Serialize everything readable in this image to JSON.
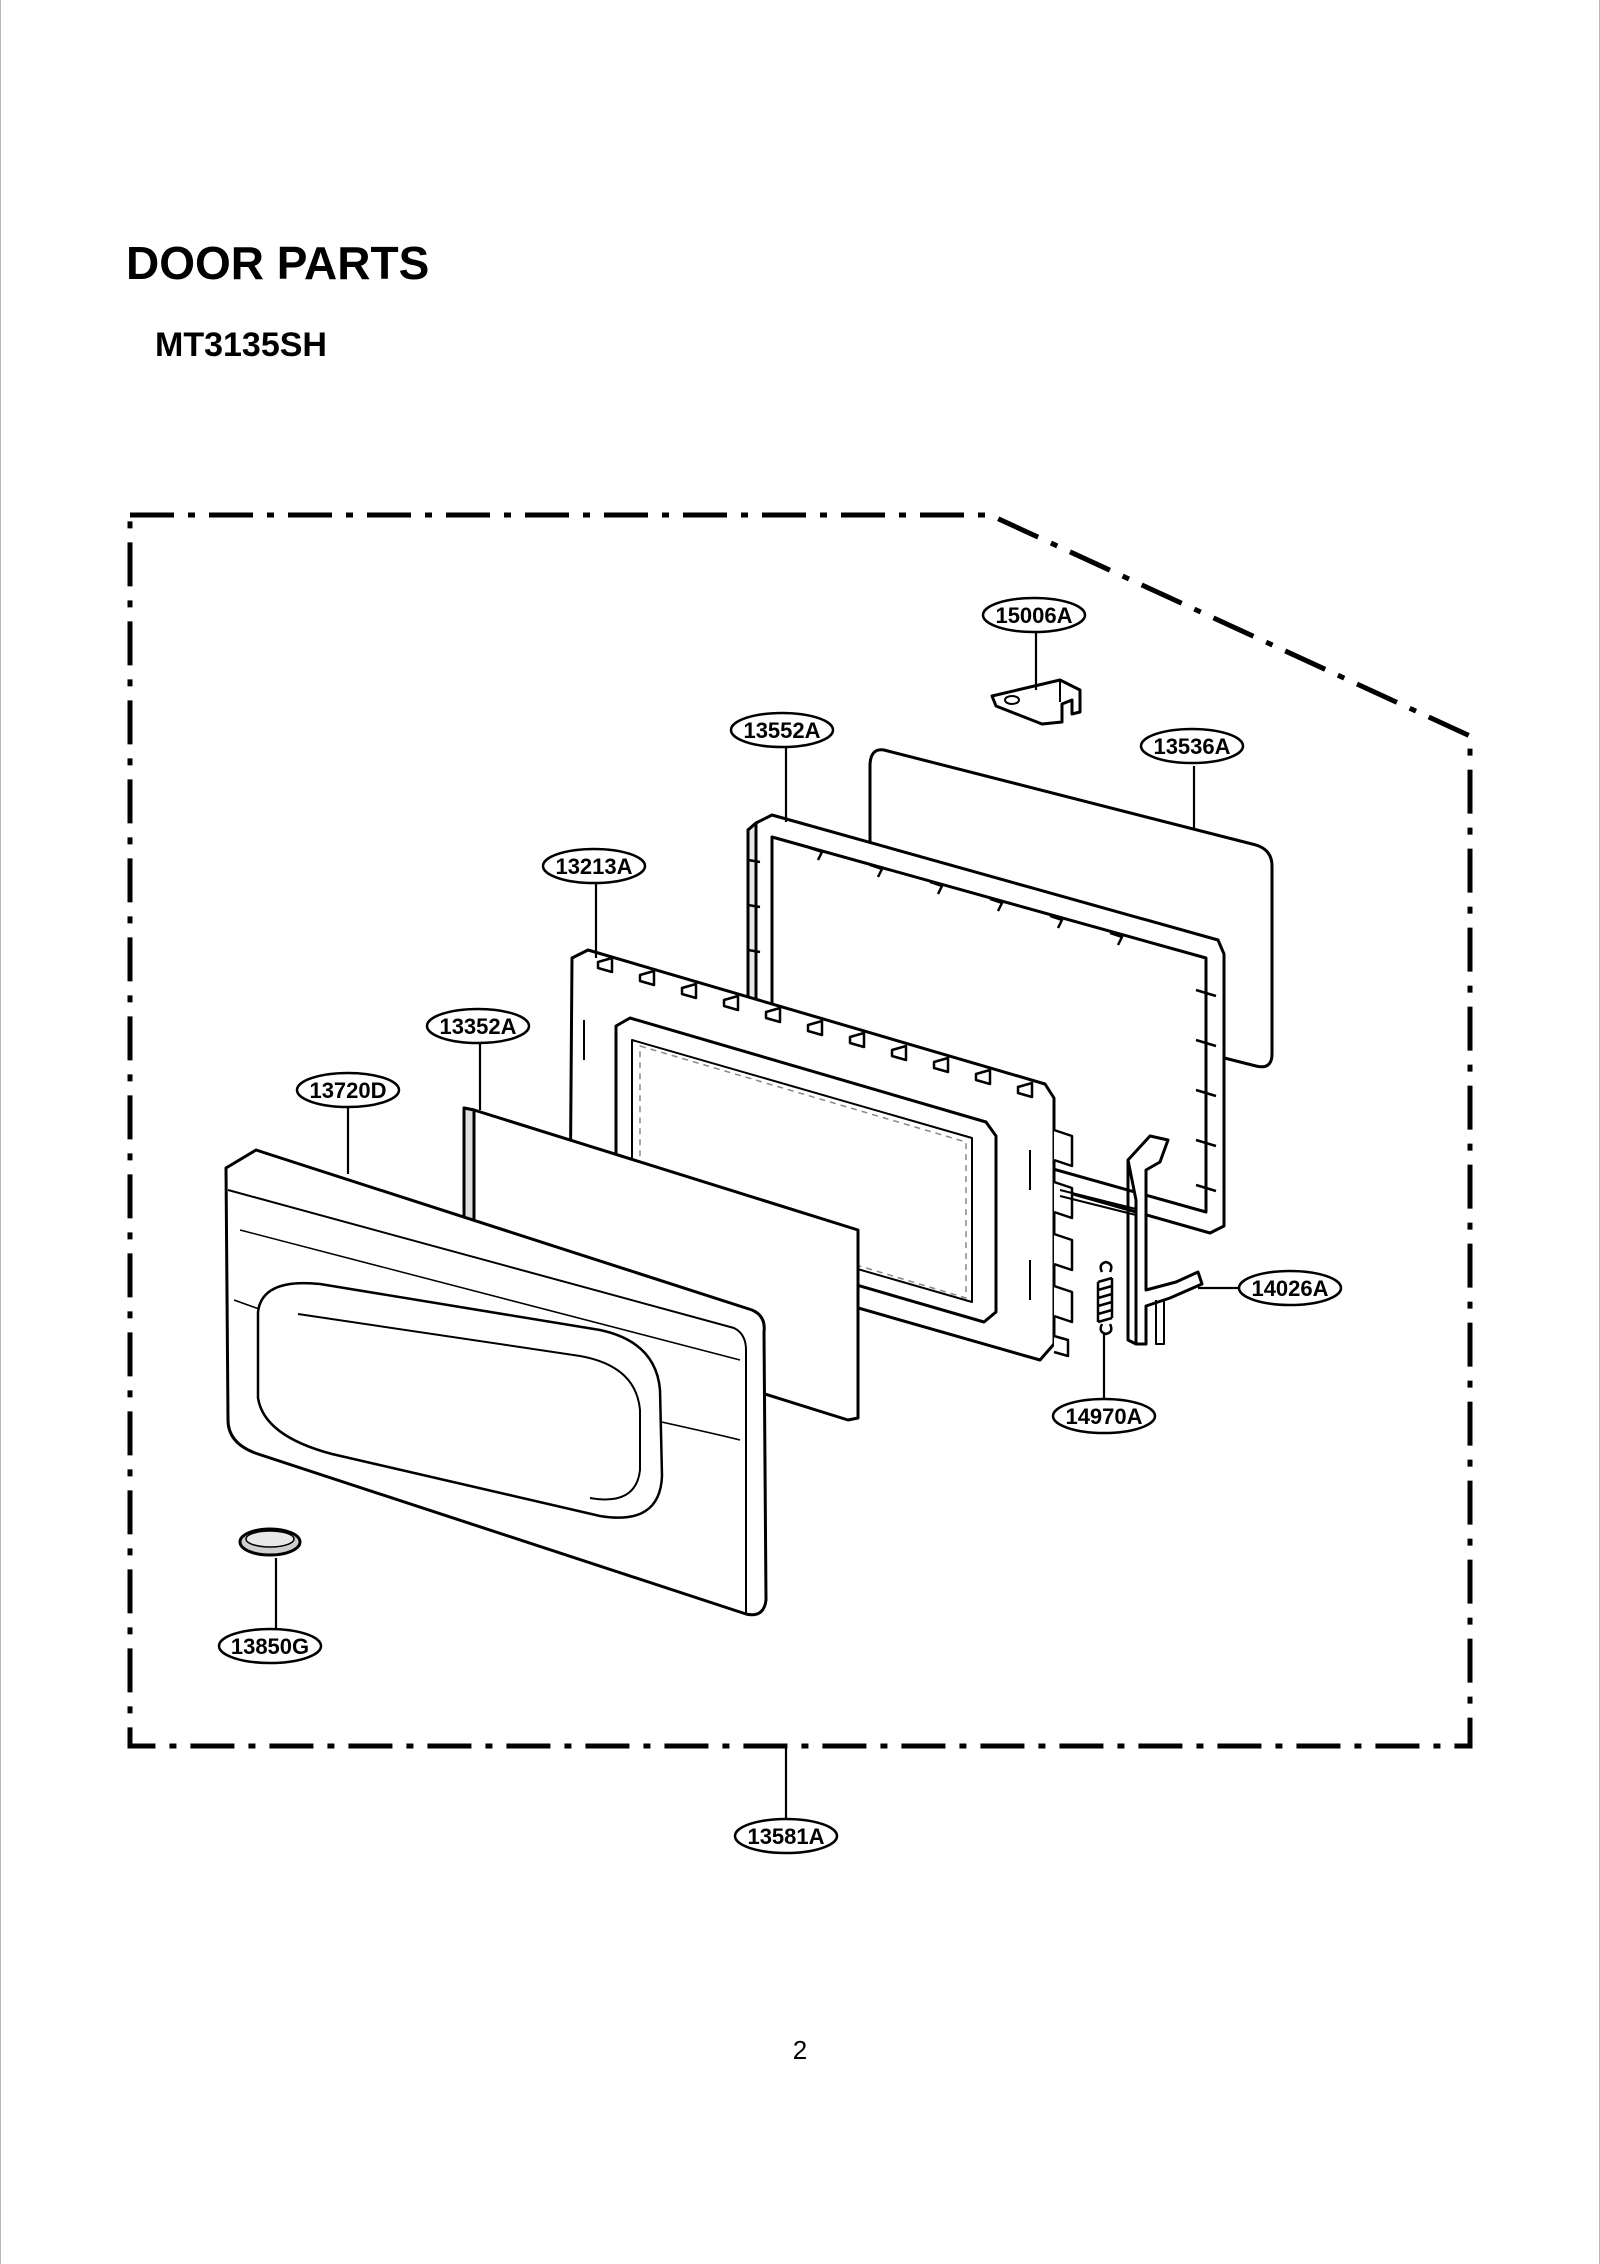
{
  "title": "DOOR PARTS",
  "model": "MT3135SH",
  "page_number": "2",
  "callouts": [
    {
      "key": "15006A",
      "label": "15006A"
    },
    {
      "key": "13552A",
      "label": "13552A"
    },
    {
      "key": "13536A",
      "label": "13536A"
    },
    {
      "key": "13213A",
      "label": "13213A"
    },
    {
      "key": "13352A",
      "label": "13352A"
    },
    {
      "key": "13720D",
      "label": "13720D"
    },
    {
      "key": "14026A",
      "label": "14026A"
    },
    {
      "key": "14970A",
      "label": "14970A"
    },
    {
      "key": "13850G",
      "label": "13850G"
    },
    {
      "key": "13581A",
      "label": "13581A"
    }
  ]
}
